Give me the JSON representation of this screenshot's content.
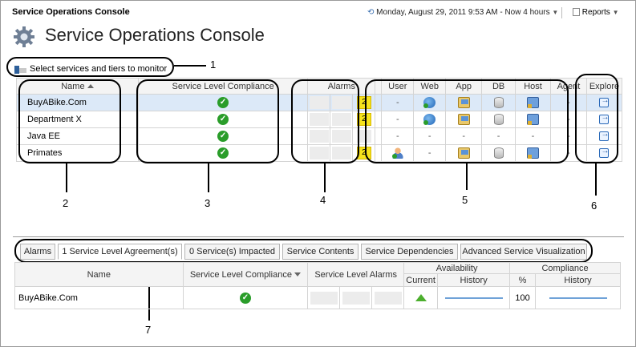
{
  "header": {
    "title": "Service Operations Console",
    "datetime": "Monday,  August 29, 2011 9:53 AM - Now 4 hours",
    "reports_label": "Reports"
  },
  "page": {
    "title": "Service Operations Console",
    "select_link": "Select services and tiers to monitor"
  },
  "services_table": {
    "columns": {
      "name": "Name",
      "slc": "Service Level Compliance",
      "alarms": "Alarms",
      "user": "User",
      "web": "Web",
      "app": "App",
      "db": "DB",
      "host": "Host",
      "agent": "Agent",
      "explore": "Explore"
    },
    "rows": [
      {
        "name": "BuyABike.Com",
        "alarm": "2",
        "user": "-",
        "web": "web-icon",
        "app": "app-icon",
        "db": "db-icon",
        "host": "host-icon",
        "agent": "-"
      },
      {
        "name": "Department X",
        "alarm": "2",
        "user": "-",
        "web": "web-icon",
        "app": "app-icon",
        "db": "db-icon",
        "host": "host-icon",
        "agent": "-"
      },
      {
        "name": "Java EE",
        "alarm": "",
        "user": "-",
        "web": "-",
        "app": "-",
        "db": "-",
        "host": "-",
        "agent": "-"
      },
      {
        "name": "Primates",
        "alarm": "2",
        "user": "user-icon",
        "web": "-",
        "app": "app-icon",
        "db": "db-icon",
        "host": "host-icon",
        "agent": "-"
      }
    ],
    "selected_row": 0
  },
  "callouts": [
    "1",
    "2",
    "3",
    "4",
    "5",
    "6",
    "7"
  ],
  "tabs": [
    {
      "label": "Alarms"
    },
    {
      "label": "1 Service Level Agreement(s)"
    },
    {
      "label": "0 Service(s) Impacted"
    },
    {
      "label": "Service Contents"
    },
    {
      "label": "Service Dependencies"
    },
    {
      "label": "Advanced Service Visualization"
    }
  ],
  "sla_table": {
    "columns": {
      "name": "Name",
      "slc": "Service Level Compliance",
      "sla_alarms": "Service Level Alarms",
      "availability": "Availability",
      "compliance": "Compliance",
      "current": "Current",
      "history": "History",
      "percent": "%",
      "history2": "History"
    },
    "rows": [
      {
        "name": "BuyABike.Com",
        "percent": "100"
      }
    ]
  },
  "colors": {
    "selected_row": "#dce9f8",
    "alarm_warning": "#f6e31c",
    "ok_green": "#2a9d2a"
  }
}
